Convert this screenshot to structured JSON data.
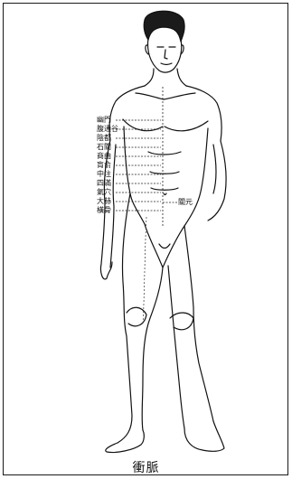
{
  "caption": "衝脈",
  "points_left": [
    "幽門",
    "腹通谷",
    "陰都",
    "石關",
    "商曲",
    "肓俞",
    "中注",
    "四滿",
    "氣穴",
    "大赫",
    "橫骨"
  ],
  "point_right": "關元",
  "colors": {
    "ink": "#111111",
    "frame": "#1a1a1a",
    "hair": "#1b1b1b",
    "meridian": "#222222"
  }
}
